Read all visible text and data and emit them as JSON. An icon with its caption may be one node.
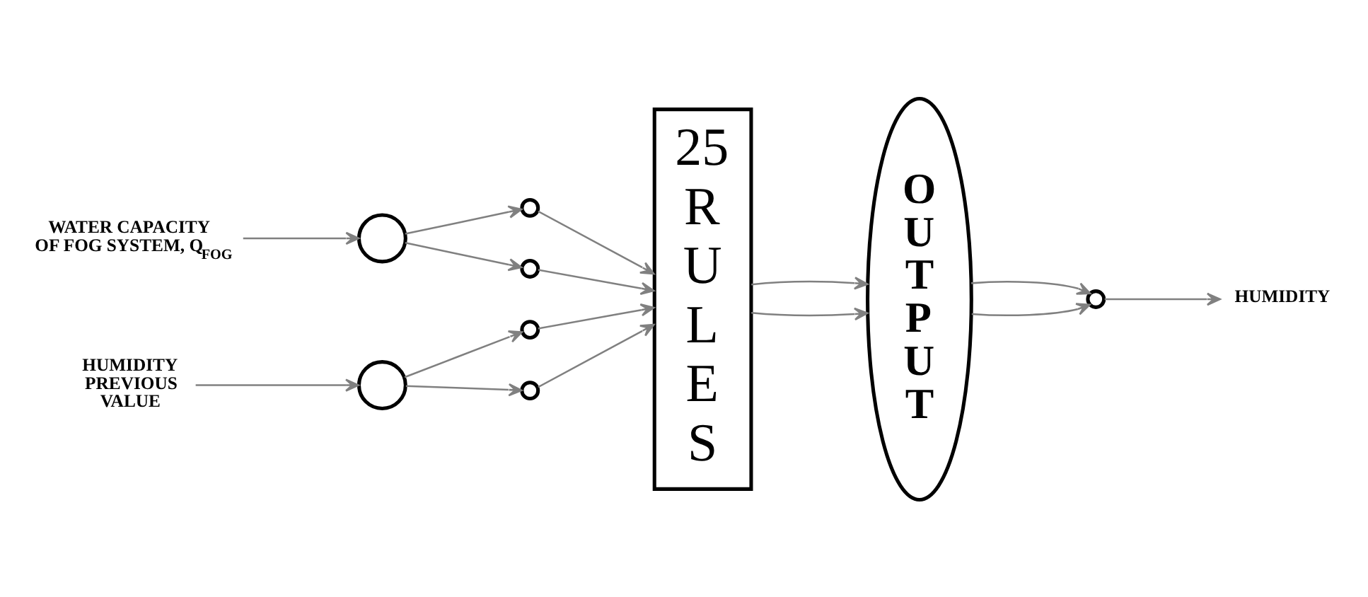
{
  "diagram": {
    "nodes": [
      {
        "text": [
          "WATER CAPACITY OF FOG SYSTEM, Q$_{FOG}$"
        ]
      },
      {
        "text": [],
        "shape": "circle"
      },
      {
        "text": [],
        "shape": "circle"
      },
      {
        "text": [],
        "shape": "circle"
      },
      {
        "text": [
          "HUMIDITY PREVIOUS VALUE"
        ]
      },
      {
        "text": [],
        "shape": "circle"
      },
      {
        "text": [],
        "shape": "circle"
      },
      {
        "text": [],
        "shape": "circle"
      },
      {
        "text": [
          "25 RULES"
        ]
      },
      {
        "text": [
          "OUTPUT"
        ]
      },
      {
        "text": [],
        "shape": "circle"
      },
      {
        "text": [
          "HUMIDITY"
        ]
      }
    ],
    "edges": [
      {
        "from": 0,
        "to": 1,
        "arrow": "to"
      },
      {
        "from": 1,
        "to": 2,
        "arrow": "to"
      },
      {
        "from": 1,
        "to": 3,
        "arrow": "to"
      },
      {
        "from": 4,
        "to": 5,
        "arrow": "to"
      },
      {
        "from": 5,
        "to": 6,
        "arrow": "to"
      },
      {
        "from": 5,
        "to": 7,
        "arrow": "to"
      },
      {
        "from": 2,
        "to": 8,
        "arrow": "to"
      },
      {
        "from": 3,
        "to": 8,
        "arrow": "to"
      },
      {
        "from": 6,
        "to": 8,
        "arrow": "to"
      },
      {
        "from": 7,
        "to": 8,
        "arrow": "to"
      },
      {
        "from": 8,
        "to": 9,
        "arrow": "to"
      },
      {
        "from": 8,
        "to": 9,
        "arrow": "to"
      },
      {
        "from": 9,
        "to": 10,
        "arrow": "to"
      },
      {
        "from": 9,
        "to": 10,
        "arrow": "to"
      },
      {
        "from": 10,
        "to": 11,
        "arrow": "to"
      }
    ]
  }
}
